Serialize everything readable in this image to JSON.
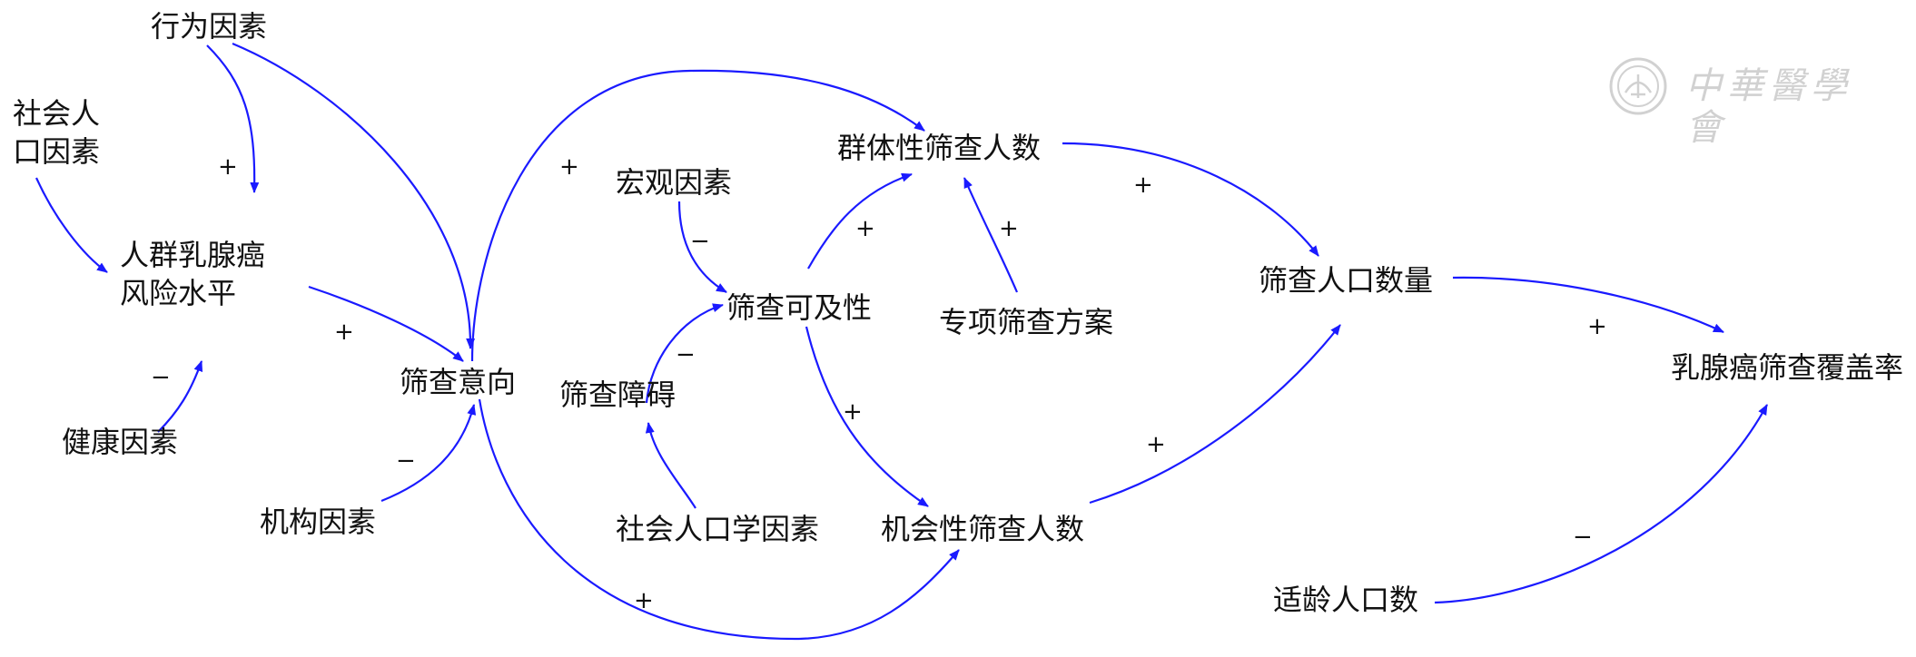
{
  "colors": {
    "arrow": "#1a1aff",
    "text": "#111111"
  },
  "watermark": {
    "text": "中華醫學會",
    "icon": "seal-logo-icon"
  },
  "nodes": {
    "behavior": "行为因素",
    "sociodemographic_left": "社会人\n口因素",
    "risk_level": "人群乳腺癌\n风险水平",
    "health": "健康因素",
    "intention": "筛查意向",
    "institution": "机构因素",
    "macro": "宏观因素",
    "accessibility": "筛查可及性",
    "barriers": "筛查障碍",
    "sociodemographic": "社会人口学因素",
    "group_screening": "群体性筛查人数",
    "special_program": "专项筛查方案",
    "opportunistic": "机会性筛查人数",
    "screened_population": "筛查人口数量",
    "coverage": "乳腺癌筛查覆盖率",
    "eligible_population": "适龄人口数"
  },
  "links": [
    {
      "from": "behavior",
      "to": "risk_level",
      "sign": "+"
    },
    {
      "from": "behavior",
      "to": "intention",
      "sign": ""
    },
    {
      "from": "sociodemographic_left",
      "to": "risk_level",
      "sign": ""
    },
    {
      "from": "risk_level",
      "to": "intention",
      "sign": "+"
    },
    {
      "from": "health",
      "to": "risk_level",
      "sign": "−"
    },
    {
      "from": "institution",
      "to": "intention",
      "sign": "−"
    },
    {
      "from": "intention",
      "to": "group_screening",
      "sign": "+"
    },
    {
      "from": "intention",
      "to": "opportunistic",
      "sign": "+"
    },
    {
      "from": "macro",
      "to": "accessibility",
      "sign": "−"
    },
    {
      "from": "barriers",
      "to": "accessibility",
      "sign": "−"
    },
    {
      "from": "sociodemographic",
      "to": "barriers",
      "sign": ""
    },
    {
      "from": "accessibility",
      "to": "group_screening",
      "sign": "+"
    },
    {
      "from": "accessibility",
      "to": "opportunistic",
      "sign": "+"
    },
    {
      "from": "special_program",
      "to": "group_screening",
      "sign": "+"
    },
    {
      "from": "group_screening",
      "to": "screened_population",
      "sign": "+"
    },
    {
      "from": "opportunistic",
      "to": "screened_population",
      "sign": "+"
    },
    {
      "from": "screened_population",
      "to": "coverage",
      "sign": "+"
    },
    {
      "from": "eligible_population",
      "to": "coverage",
      "sign": "−"
    }
  ]
}
